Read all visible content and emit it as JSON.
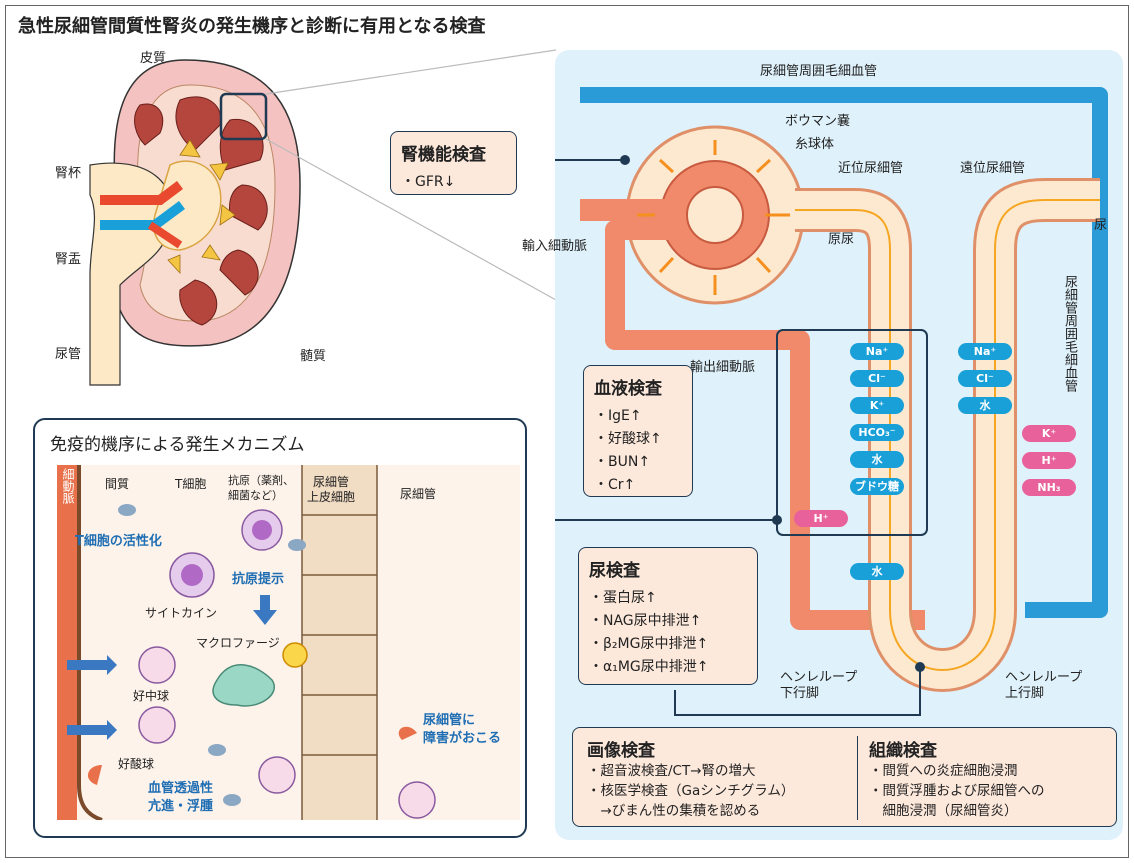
{
  "title": "急性尿細管間質性腎炎の発生機序と診断に有用となる検査",
  "kidney": {
    "cortex": "皮質",
    "calyx": "腎杯",
    "pelvis": "腎盂",
    "ureter": "尿管",
    "medulla": "髄質"
  },
  "nephron": {
    "peritubular_top": "尿細管周囲毛細血管",
    "peritubular_side": "尿細管周囲毛細血管",
    "bowman": "ボウマン嚢",
    "glomerulus": "糸球体",
    "proximal": "近位尿細管",
    "distal": "遠位尿細管",
    "urine": "尿",
    "primary_urine": "原尿",
    "afferent": "輸入細動脈",
    "efferent": "輸出細動脈",
    "henle_desc": "ヘンレループ\n下行脚",
    "henle_asc": "ヘンレループ\n上行脚",
    "proximal_ions": [
      "Na⁺",
      "Cl⁻",
      "K⁺",
      "HCO₃⁻",
      "水",
      "ブドウ糖"
    ],
    "h_secretion": "H⁺",
    "water_henle": "水",
    "distal_out": [
      "Na⁺",
      "Cl⁻",
      "水"
    ],
    "distal_in": [
      "K⁺",
      "H⁺",
      "NH₃"
    ]
  },
  "renal_test": {
    "title": "腎機能検査",
    "items": [
      "GFR↓"
    ]
  },
  "blood_test": {
    "title": "血液検査",
    "items": [
      "IgE↑",
      "好酸球↑",
      "BUN↑",
      "Cr↑"
    ]
  },
  "urine_test": {
    "title": "尿検査",
    "items": [
      "蛋白尿↑",
      "NAG尿中排泄↑",
      "β₂MG尿中排泄↑",
      "α₁MG尿中排泄↑"
    ]
  },
  "imaging": {
    "title": "画像検査",
    "lines": [
      "・超音波検査/CT→腎の増大",
      "・核医学検査（Gaシンチグラム）",
      "　→びまん性の集積を認める"
    ]
  },
  "histology": {
    "title": "組織検査",
    "lines": [
      "・間質への炎症細胞浸潤",
      "・間質浮腫および尿細管への",
      "　細胞浸潤（尿細管炎）"
    ]
  },
  "immune": {
    "title": "免疫的機序による発生メカニズム",
    "arteriole": "細動脈",
    "interstitium": "間質",
    "tcell": "T細胞",
    "antigen": "抗原（薬剤、\n細菌など）",
    "epithelium": "尿細管\n上皮細胞",
    "tubule": "尿細管",
    "activation": "T細胞の活性化",
    "presentation": "抗原提示",
    "cytokine": "サイトカイン",
    "macrophage": "マクロファージ",
    "neutrophil": "好中球",
    "eosinophil": "好酸球",
    "permeability": "血管透過性\n亢進・浮腫",
    "damage": "尿細管に\n障害がおこる"
  }
}
